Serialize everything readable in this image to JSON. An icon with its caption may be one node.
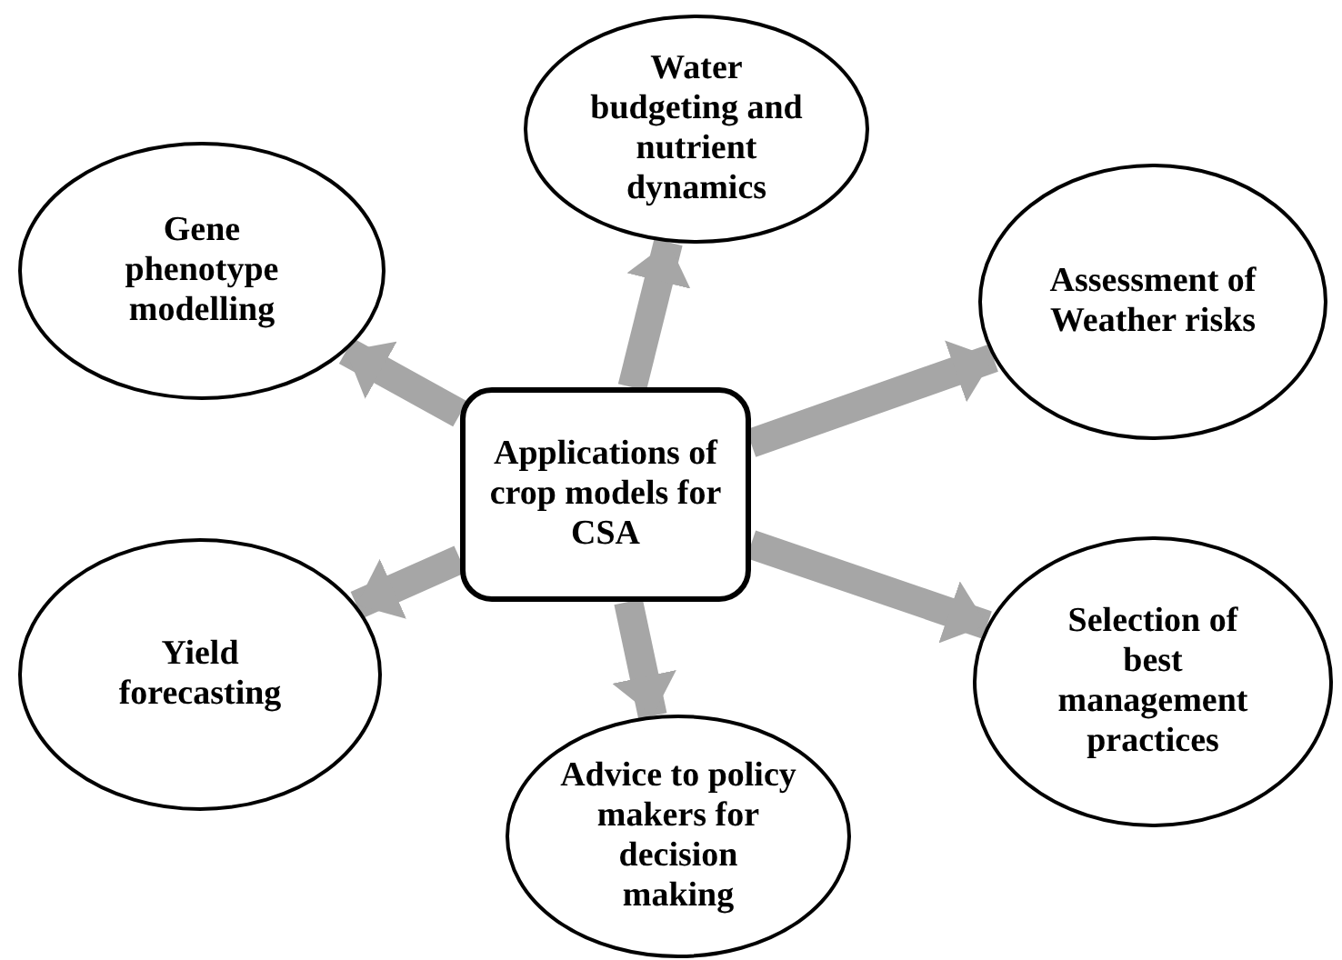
{
  "diagram": {
    "nodes": [
      {
        "text": [
          "Water budgeting and nutrient dynamics"
        ]
      },
      {
        "text": [
          "Gene phenotype modelling"
        ]
      },
      {
        "text": [
          "Assessment of Weather risks"
        ]
      },
      {
        "text": [
          "Applications of crop models for CSA"
        ]
      },
      {
        "text": [
          "Yield forecasting"
        ]
      },
      {
        "text": [
          "Selection of best management practices"
        ]
      },
      {
        "text": [
          "Advice to policy makers for decision making"
        ]
      }
    ],
    "edges": [
      {
        "from": 3,
        "to": 0,
        "arrow": "to"
      },
      {
        "from": 3,
        "to": 1,
        "arrow": "to"
      },
      {
        "from": 3,
        "to": 2,
        "arrow": "to"
      },
      {
        "from": 3,
        "to": 4,
        "arrow": "to"
      },
      {
        "from": 3,
        "to": 5,
        "arrow": "to"
      },
      {
        "from": 3,
        "to": 6,
        "arrow": "to"
      }
    ]
  }
}
